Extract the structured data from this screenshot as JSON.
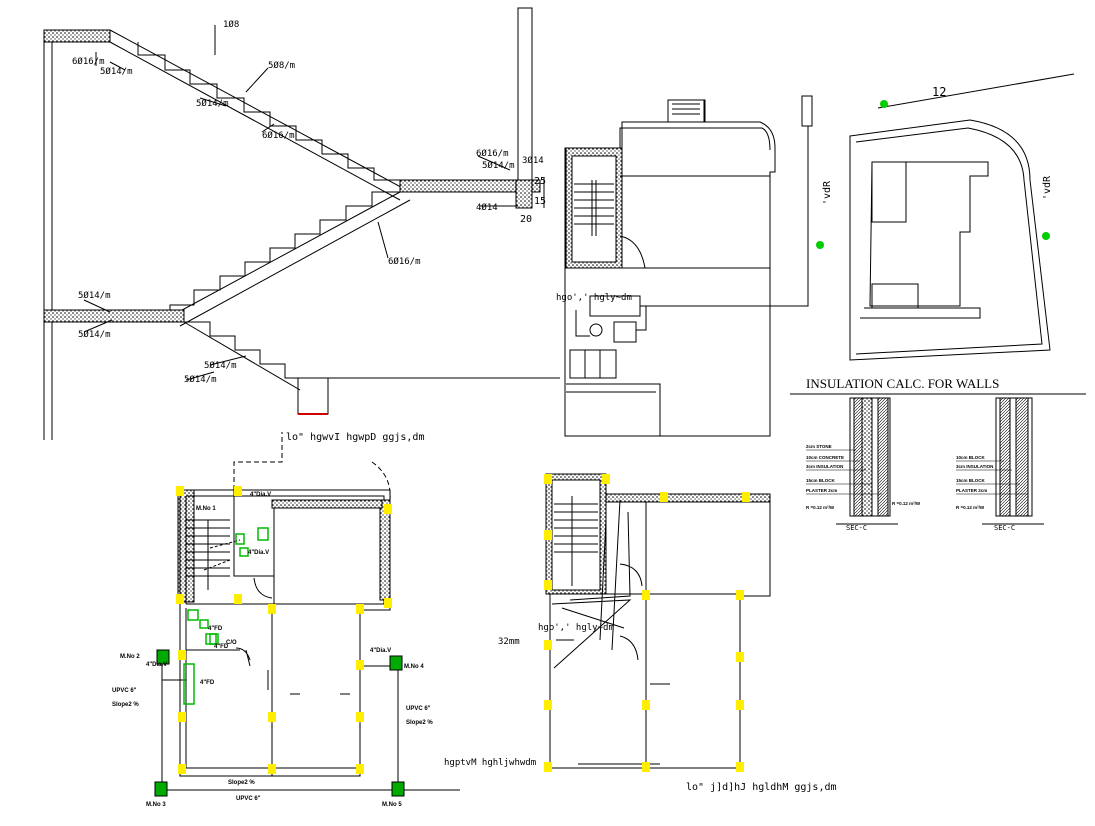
{
  "stair_section": {
    "labels": [
      "1Ø8",
      "6Ø16/m",
      "5Ø14/m",
      "5Ø8/m",
      "5Ø14/m",
      "6Ø16/m",
      "6Ø16/m",
      "5Ø14/m",
      "3Ø14",
      "4Ø14",
      "6Ø16/m",
      "5Ø14/m",
      "5Ø14/m",
      "5Ø14/m",
      "5Ø14/m"
    ],
    "dim_25": "25",
    "dim_15": "15",
    "dim_20": "20"
  },
  "site_plan": {
    "labels": [
      "hgo',' hgly~dm"
    ],
    "vdR": "'vdR"
  },
  "location_plan": {
    "dim_12": "12",
    "vdR": "'vdR"
  },
  "insulation": {
    "title": "INSULATION CALC. FOR WALLS",
    "left_layers": [
      "2cm STONE",
      "10cm CONCRETE",
      "3cm INSULATION",
      "15cm BLOCK",
      "PLASTER 2cm"
    ],
    "right_layers": [
      "10cm BLOCK",
      "3cm INSULATION",
      "15cm BLOCK",
      "PLASTER 2cm"
    ],
    "left_r": "R =0.12 m²/W",
    "left_r2": "R =0.12 m²/W",
    "right_r": "R =0.12 m²/W",
    "left_sec": "SEC-C",
    "right_sec": "SEC-C"
  },
  "ground_plan": {
    "title": "lo\" hgwvI hgwpD ggjs,dm",
    "pipe_caption": "hgptvM hghljwhwdm",
    "manholes": [
      "M.No 1",
      "M.No 2",
      "M.No 3",
      "M.No 4",
      "M.No 5"
    ],
    "notes": [
      "4\"Dia.V",
      "4\"Dia.V",
      "4\"FD",
      "4\"FD",
      "4\"FD",
      "C/O",
      "4\"Dia.V",
      "4\"Dia.V"
    ],
    "upvc_left": "UPVC 6\"",
    "slope_left": "Slope2 %",
    "upvc_right": "UPVC 6\"",
    "slope_right": "Slope2 %",
    "slope_bottom": "Slope2 %",
    "upvc_bottom": "UPVC 6\""
  },
  "first_plan": {
    "title": "lo\" j]d]hJ hgldhM ggjs,dm",
    "pipe_label": "32mm",
    "pipe_note": "hgo',' hgly~dm"
  }
}
